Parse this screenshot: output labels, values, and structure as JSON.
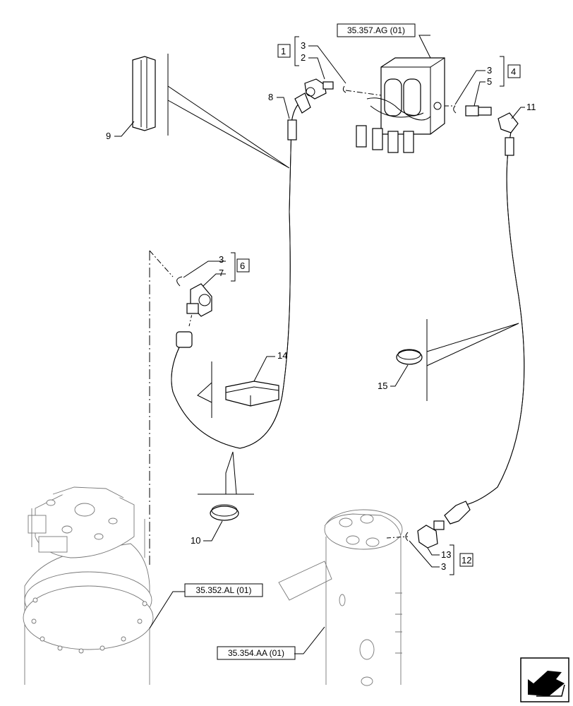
{
  "callouts": {
    "c1": "1",
    "c2": "2",
    "c3a": "3",
    "c3b": "3",
    "c3c": "3",
    "c3d": "3",
    "c4": "4",
    "c5": "5",
    "c6": "6",
    "c7": "7",
    "c8": "8",
    "c9": "9",
    "c10": "10",
    "c11": "11",
    "c12": "12",
    "c13": "13",
    "c14": "14",
    "c15": "15"
  },
  "references": {
    "top": "35.357.AG (01)",
    "left": "35.352.AL (01)",
    "bottom": "35.354.AA (01)"
  },
  "icons": {
    "nav": "arrow-icon"
  }
}
